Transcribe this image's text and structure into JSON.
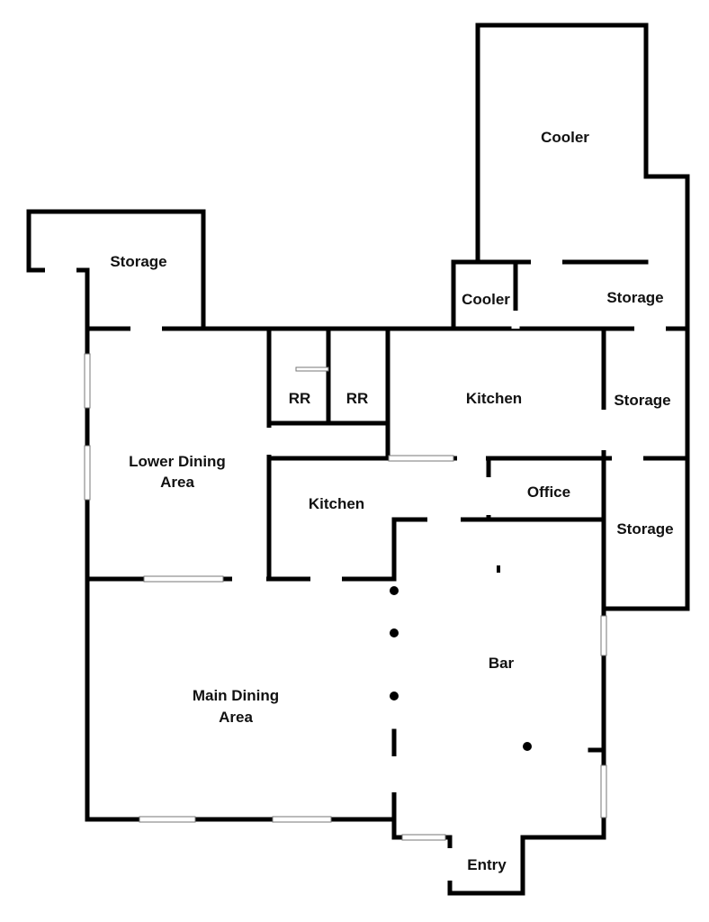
{
  "rooms": {
    "cooler_large": "Cooler",
    "cooler_small": "Cooler",
    "storage_top_left": "Storage",
    "storage_top_right": "Storage",
    "storage_right_upper": "Storage",
    "storage_right_lower": "Storage",
    "restroom_1": "RR",
    "restroom_2": "RR",
    "kitchen_upper": "Kitchen",
    "kitchen_lower": "Kitchen",
    "office": "Office",
    "lower_dining": [
      "Lower Dining",
      "Area"
    ],
    "main_dining": [
      "Main Dining",
      "Area"
    ],
    "bar": "Bar",
    "entry": "Entry"
  }
}
